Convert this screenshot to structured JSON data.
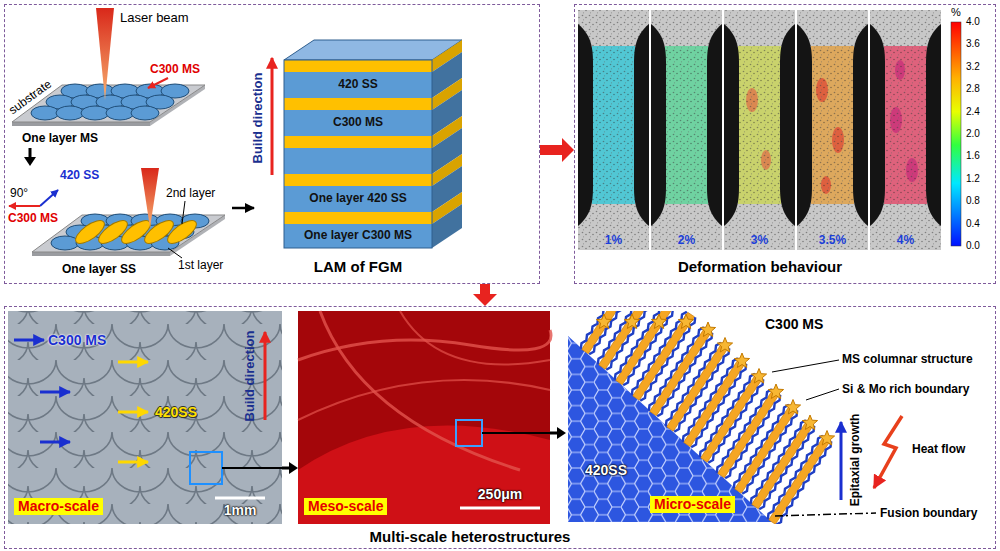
{
  "diagram": {
    "nodes": [
      {
        "text": [
          "LAM of FGM"
        ]
      },
      {
        "text": [
          "One layer MS"
        ],
        "in": 0
      },
      {
        "text": [
          "One layer SS"
        ],
        "in": 0
      },
      {
        "text": [
          "Deformation behaviour"
        ]
      },
      {
        "text": [
          "Multi-scale heterostructures"
        ]
      },
      {
        "text": [
          "Macro-scale"
        ],
        "in": 4
      },
      {
        "text": [
          "Meso-scale"
        ],
        "in": 4
      },
      {
        "text": [
          "Micro-scale"
        ],
        "in": 4
      }
    ],
    "edges": [
      {
        "from": 1,
        "to": 2,
        "arrow": "to"
      },
      {
        "from": 0,
        "to": 3,
        "arrow": "to"
      },
      {
        "from": 0,
        "to": 4,
        "arrow": "to"
      },
      {
        "from": 5,
        "to": 6,
        "arrow": "to"
      },
      {
        "from": 6,
        "to": 7,
        "arrow": "to"
      }
    ],
    "labels": [
      "Laser beam",
      "substrate",
      "C300 MS",
      "420 SS",
      "90°",
      "1st layer",
      "2nd layer",
      "C300 MS",
      "Build direction",
      "420 SS",
      "C300 MS",
      "One layer 420 SS",
      "One layer C300 MS",
      "%",
      "4.0",
      "3.6",
      "3.2",
      "2.8",
      "2.4",
      "2.0",
      "1.6",
      "1.2",
      "0.8",
      "0.4",
      "0.0",
      "1%",
      "2%",
      "3%",
      "3.5%",
      "4%",
      "C300 MS",
      "420SS",
      "Build direction",
      "1mm",
      "250μm",
      "C300 MS",
      "MS columnar structure",
      "Si & Mo rich boundary",
      "Epitaxial growth",
      "Heat flow",
      "420SS",
      "Fusion boundary"
    ]
  }
}
